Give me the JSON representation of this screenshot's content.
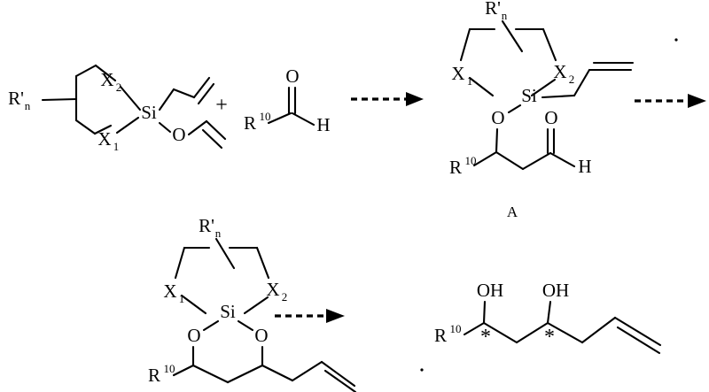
{
  "scheme": {
    "title": "Silicon-tethered allylation / aldol reaction scheme",
    "background_color": "#ffffff",
    "ink_color": "#000000",
    "structures": [
      {
        "id": "reactant-silane",
        "name": "cyclic-silyl-allyl-vinyl-ether",
        "labels": {
          "r_prime_n": "R'",
          "r_prime_n_sub": "n",
          "x1": "X",
          "x1_sub": "1",
          "x2": "X",
          "x2_sub": "2",
          "si": "Si",
          "o": "O"
        }
      },
      {
        "id": "reactant-aldehyde",
        "name": "aldehyde",
        "labels": {
          "r10": "R",
          "r10_sup": "10",
          "o": "O",
          "h": "H"
        }
      },
      {
        "id": "intermediate-a",
        "name": "silyl-aldol-intermediate",
        "caption": "A",
        "labels": {
          "r_prime_n": "R'",
          "r_prime_n_sub": "n",
          "x1": "X",
          "x1_sub": "1",
          "x2": "X",
          "x2_sub": "2",
          "si": "Si",
          "o_silyl": "O",
          "o_carbonyl": "O",
          "r10": "R",
          "r10_sup": "10",
          "h": "H"
        }
      },
      {
        "id": "cyclic-siloxane",
        "name": "cyclic-dioxasilinane",
        "labels": {
          "r_prime_n": "R'",
          "r_prime_n_sub": "n",
          "x1": "X",
          "x1_sub": "1",
          "x2": "X",
          "x2_sub": "2",
          "si": "Si",
          "o_left": "O",
          "o_right": "O",
          "r10": "R",
          "r10_sup": "10"
        }
      },
      {
        "id": "product-diol",
        "name": "anti-1-3-diol-product",
        "labels": {
          "oh_left": "OH",
          "oh_right": "OH",
          "r10": "R",
          "r10_sup": "10",
          "stereocenter_1": "*",
          "stereocenter_2": "*"
        }
      }
    ],
    "operators": {
      "plus_sign": "+"
    },
    "arrows": [
      {
        "id": "arrow-1",
        "name": "dashed-reaction-arrow-1",
        "style": "dashed"
      },
      {
        "id": "arrow-2",
        "name": "dashed-reaction-arrow-2",
        "style": "dashed"
      },
      {
        "id": "arrow-3",
        "name": "dashed-reaction-arrow-3",
        "style": "dashed"
      }
    ]
  }
}
